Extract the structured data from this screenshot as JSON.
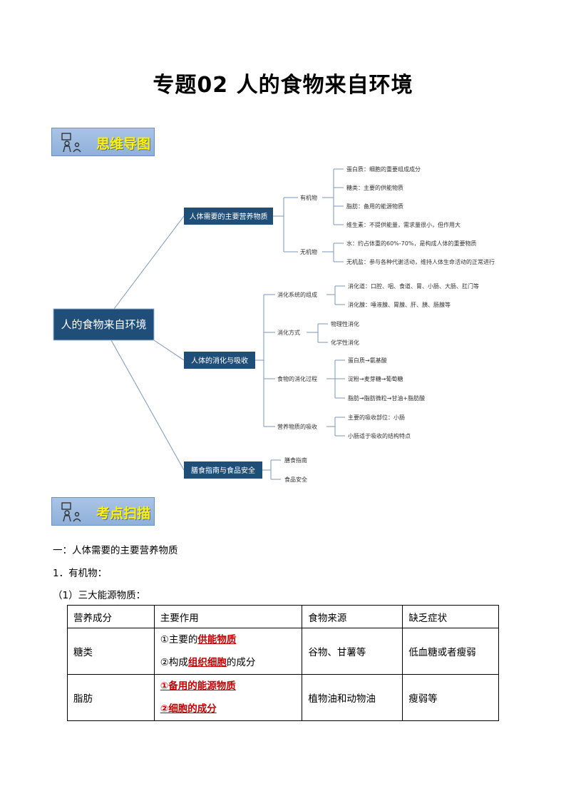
{
  "title": "专题02  人的食物来自环境",
  "banners": {
    "mindmap": "思维导图",
    "scan": "考点扫描"
  },
  "mindmap": {
    "root": "人的食物来自环境",
    "branches": {
      "b1": "人体需要的主要营养物质",
      "b2": "人体的消化与吸收",
      "b3": "膳食指南与食品安全"
    },
    "subs": {
      "organic": "有机物",
      "inorganic": "无机物",
      "digest_system": "消化系统的组成",
      "digest_method": "消化方式",
      "digest_process": "食物的消化过程",
      "absorb": "营养物质的吸收",
      "diet_guide": "膳食指南",
      "food_safety": "食品安全"
    },
    "leaves": {
      "protein": "蛋白质：细胞的重要组成成分",
      "sugar": "糖类：主要的供能物质",
      "fat": "脂肪：备用的能源物质",
      "vitamin": "维生素：不提供能量，需求量很小，但作用大",
      "water": "水：约占体重的60%-70%，是构成人体的重要物质",
      "salt": "无机盐：参与各种代谢活动，维持人体生命活动的正常进行",
      "tract": "消化道：口腔、咽、食道、胃、小肠、大肠、肛门等",
      "gland": "消化腺：唾液腺、胃腺、肝、胰、肠腺等",
      "physical": "物理性消化",
      "chemical": "化学性消化",
      "p_protein": "蛋白质→氨基酸",
      "p_starch": "淀粉→麦芽糖→葡萄糖",
      "p_fat": "脂肪→脂肪微粒→甘油+脂肪酸",
      "absorb_site": "主要的吸收部位：小肠",
      "absorb_feature": "小肠适于吸收的结构特点"
    }
  },
  "section1": {
    "heading": "一：人体需要的主要营养物质",
    "sub1": "1．有机物：",
    "sub2": "（1）三大能源物质："
  },
  "table": {
    "headers": [
      "营养成分",
      "主要作用",
      "食物来源",
      "缺乏症状"
    ],
    "rows": [
      {
        "name": "糖类",
        "role1_pre": "①主要的",
        "role1_key": "供能物质",
        "role2_pre": "②构成",
        "role2_key": "组织细胞",
        "role2_post": "的成分",
        "source": "谷物、甘薯等",
        "symptom": "低血糖或者瘦弱"
      },
      {
        "name": "脂肪",
        "role1_key": "①备用的能源物质",
        "role2_key": "②细胞的成分",
        "source": "植物油和动物油",
        "symptom": "瘦弱等"
      }
    ]
  }
}
